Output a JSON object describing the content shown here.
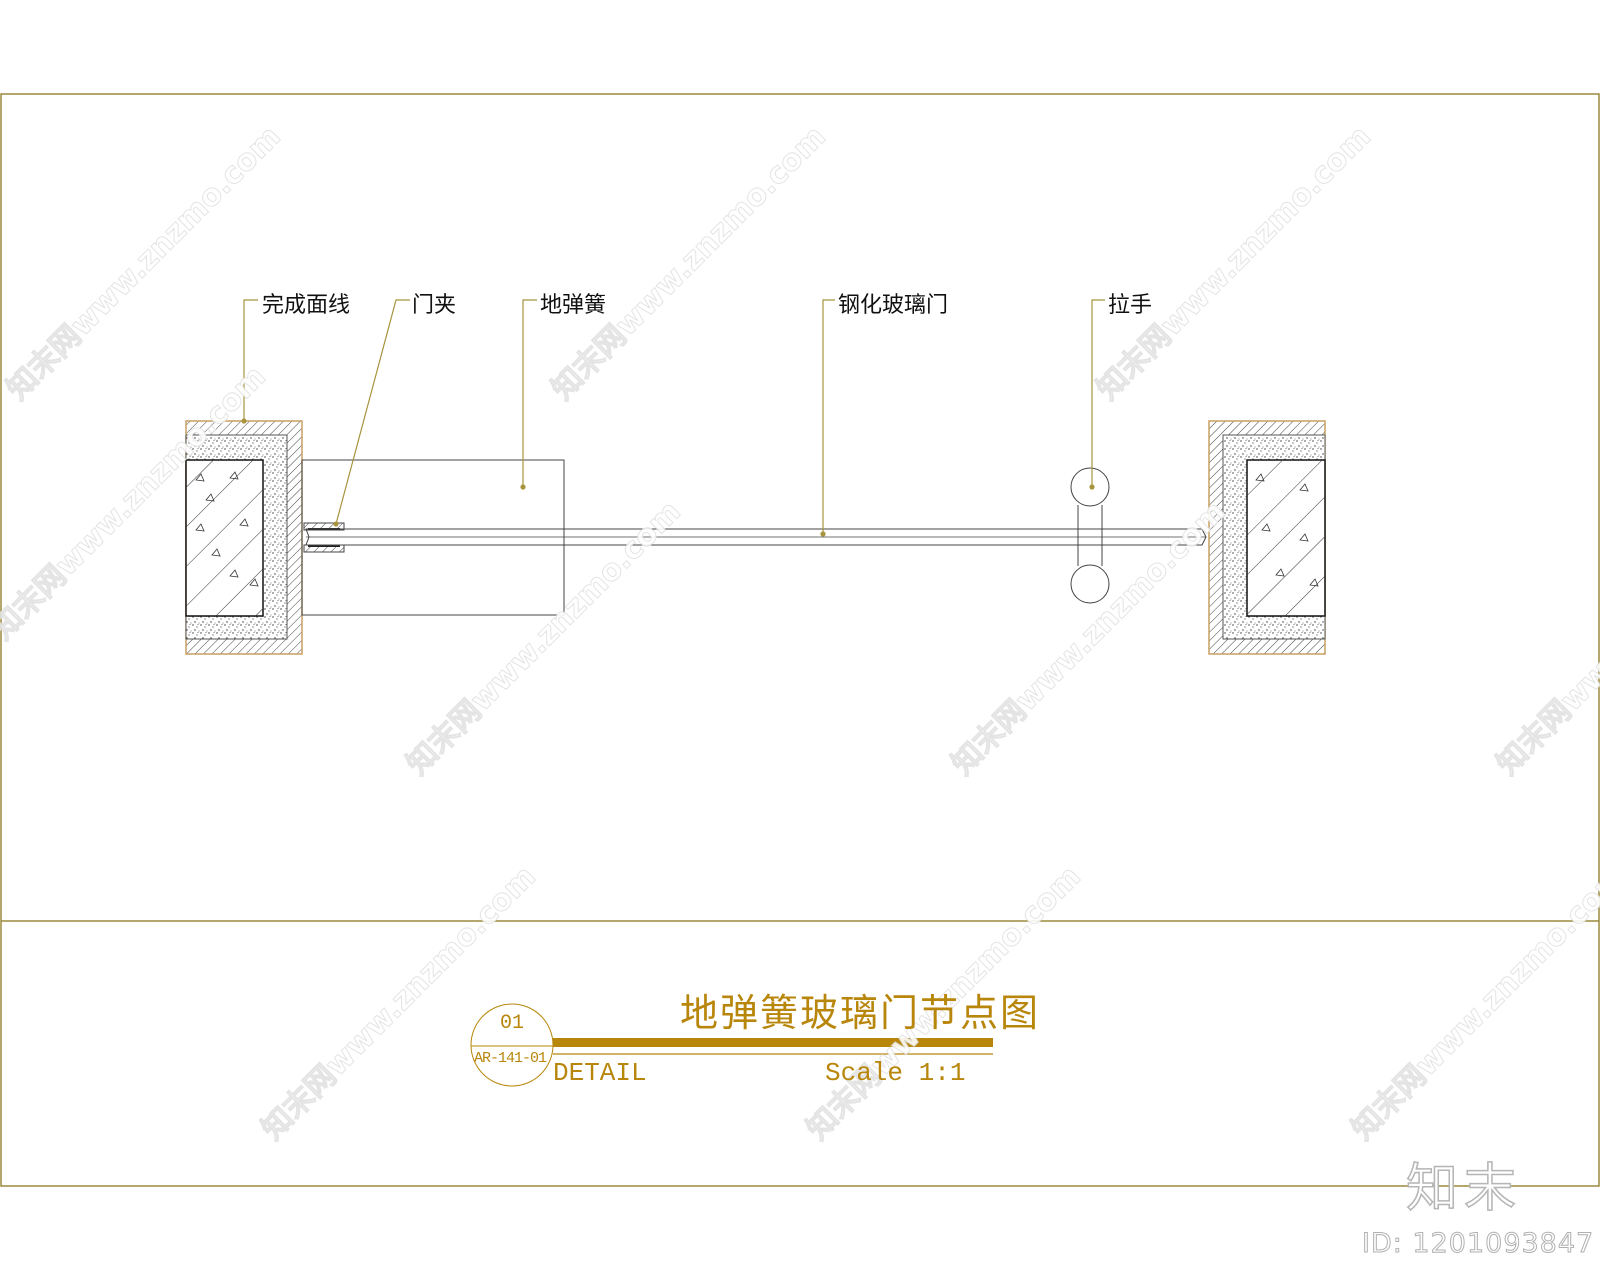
{
  "drawing": {
    "frame_color": "#9a8a3a",
    "leader_color": "#a8943c",
    "line_color": "#333333",
    "accent_color": "#b8860b",
    "callouts": [
      {
        "id": "finish-line",
        "label": "完成面线"
      },
      {
        "id": "door-clamp",
        "label": "门夹"
      },
      {
        "id": "floor-spring",
        "label": "地弹簧"
      },
      {
        "id": "tempered-glass-door",
        "label": "钢化玻璃门"
      },
      {
        "id": "pull-handle",
        "label": "拉手"
      }
    ]
  },
  "title_block": {
    "title": "地弹簧玻璃门节点图",
    "detail_number": "01",
    "sheet_ref": "AR-141-01",
    "detail_label": "DETAIL",
    "scale_label": "Scale 1:1"
  },
  "watermark": {
    "site_text": "知末网www.znzmo.com",
    "logo_text": "知末",
    "id_text": "ID: 1201093847"
  }
}
